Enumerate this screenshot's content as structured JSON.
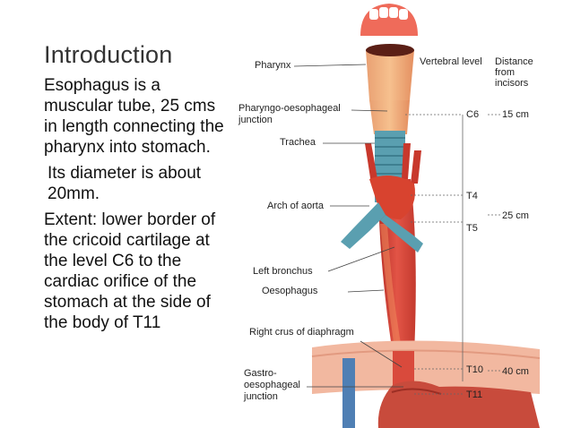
{
  "slide": {
    "title": "Introduction",
    "paragraphs": [
      "Esophagus is a muscular tube, 25 cms in length connecting the pharynx into stomach.",
      " Its diameter is about 20mm.",
      "Extent:  lower border of the cricoid cartilage at the level  C6 to the cardiac orifice of the stomach at the side of the body of T11"
    ]
  },
  "figure": {
    "labels": {
      "pharynx": "Pharynx",
      "pharyngo_line1": "Pharyngo-oesophageal",
      "pharyngo_line2": "junction",
      "trachea": "Trachea",
      "arch_of_aorta": "Arch of aorta",
      "left_bronchus": "Left bronchus",
      "oesophagus": "Oesophagus",
      "right_crus": "Right crus of diaphragm",
      "gastro_line1": "Gastro-",
      "gastro_line2": "oesophageal",
      "gastro_line3": "junction"
    },
    "headers": {
      "vertebral_level": "Vertebral level",
      "distance_line1": "Distance",
      "distance_line2": "from",
      "distance_line3": "incisors"
    },
    "vertebral_levels": {
      "c6": "C6",
      "t4": "T4",
      "t5": "T5",
      "t10": "T10",
      "t11": "T11"
    },
    "distances": {
      "d15": "15 cm",
      "d25": "25 cm",
      "d40": "40 cm"
    },
    "colors": {
      "muscle": "#d9423a",
      "muscle_light": "#f08a5c",
      "trachea": "#5a9fb0",
      "diaphragm": "#f2b8a0",
      "stomach": "#c84b3c"
    }
  }
}
